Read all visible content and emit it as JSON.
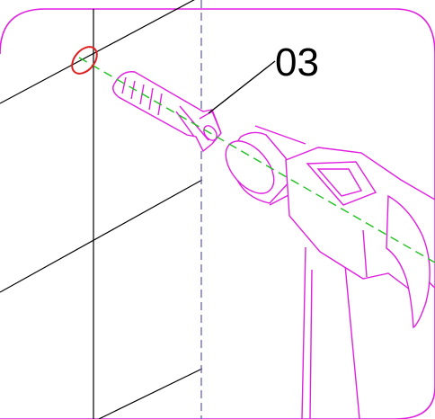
{
  "diagram": {
    "callout_label": "03",
    "colors": {
      "frame": "#e020e0",
      "part_outline": "#e020e0",
      "wall_lines": "#000000",
      "guide_line": "#7070c0",
      "drill_axis": "#20c020",
      "target_mark": "#e02020",
      "callout_text": "#000000"
    },
    "icons": {
      "target": "red-circle-marker",
      "anchor": "wall-plug-anchor",
      "tool": "hammer"
    }
  }
}
